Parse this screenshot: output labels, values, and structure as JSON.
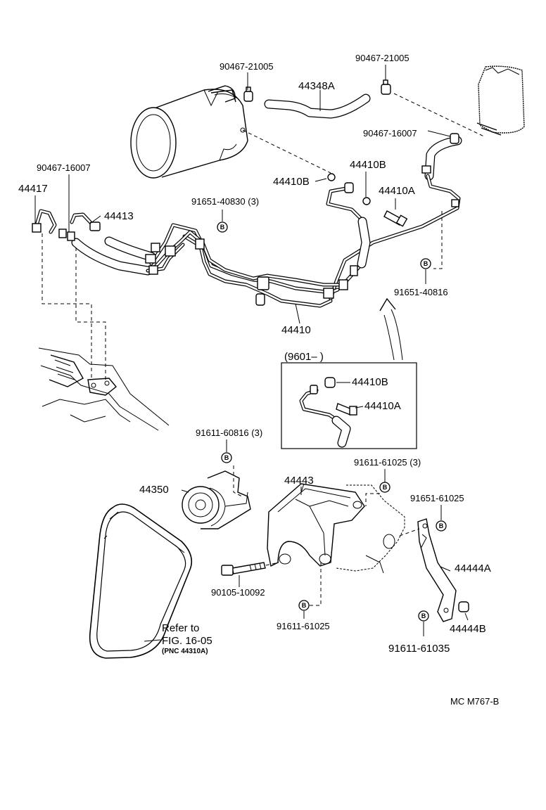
{
  "labels": {
    "p90467_21005_a": "90467-21005",
    "p90467_21005_b": "90467-21005",
    "p44348A": "44348A",
    "p90467_16007_r": "90467-16007",
    "p90467_16007_l": "90467-16007",
    "p44417": "44417",
    "p44413": "44413",
    "p44410B_a": "44410B",
    "p44410B_b": "44410B",
    "p44410A": "44410A",
    "p91651_40830": "91651-40830 (3)",
    "p91651_40816": "91651-40816",
    "p44410": "44410",
    "inset_code": "(9601–        )",
    "inset_44410B": "44410B",
    "inset_44410A": "44410A",
    "p91611_60816": "91611-60816 (3)",
    "p44350": "44350",
    "p44443": "44443",
    "p91611_61025_3": "91611-61025 (3)",
    "p91651_61025": "91651-61025",
    "p44444A": "44444A",
    "p90105_10092": "90105-10092",
    "p91611_61025": "91611-61025",
    "p44444B": "44444B",
    "p91611_61035": "91611-61035",
    "refer_line1": "Refer to",
    "refer_line2": "FIG. 16-05",
    "refer_line3": "(PNC 44310A)",
    "figure_code": "MC  M767-B",
    "bolt_symbol": "B"
  }
}
